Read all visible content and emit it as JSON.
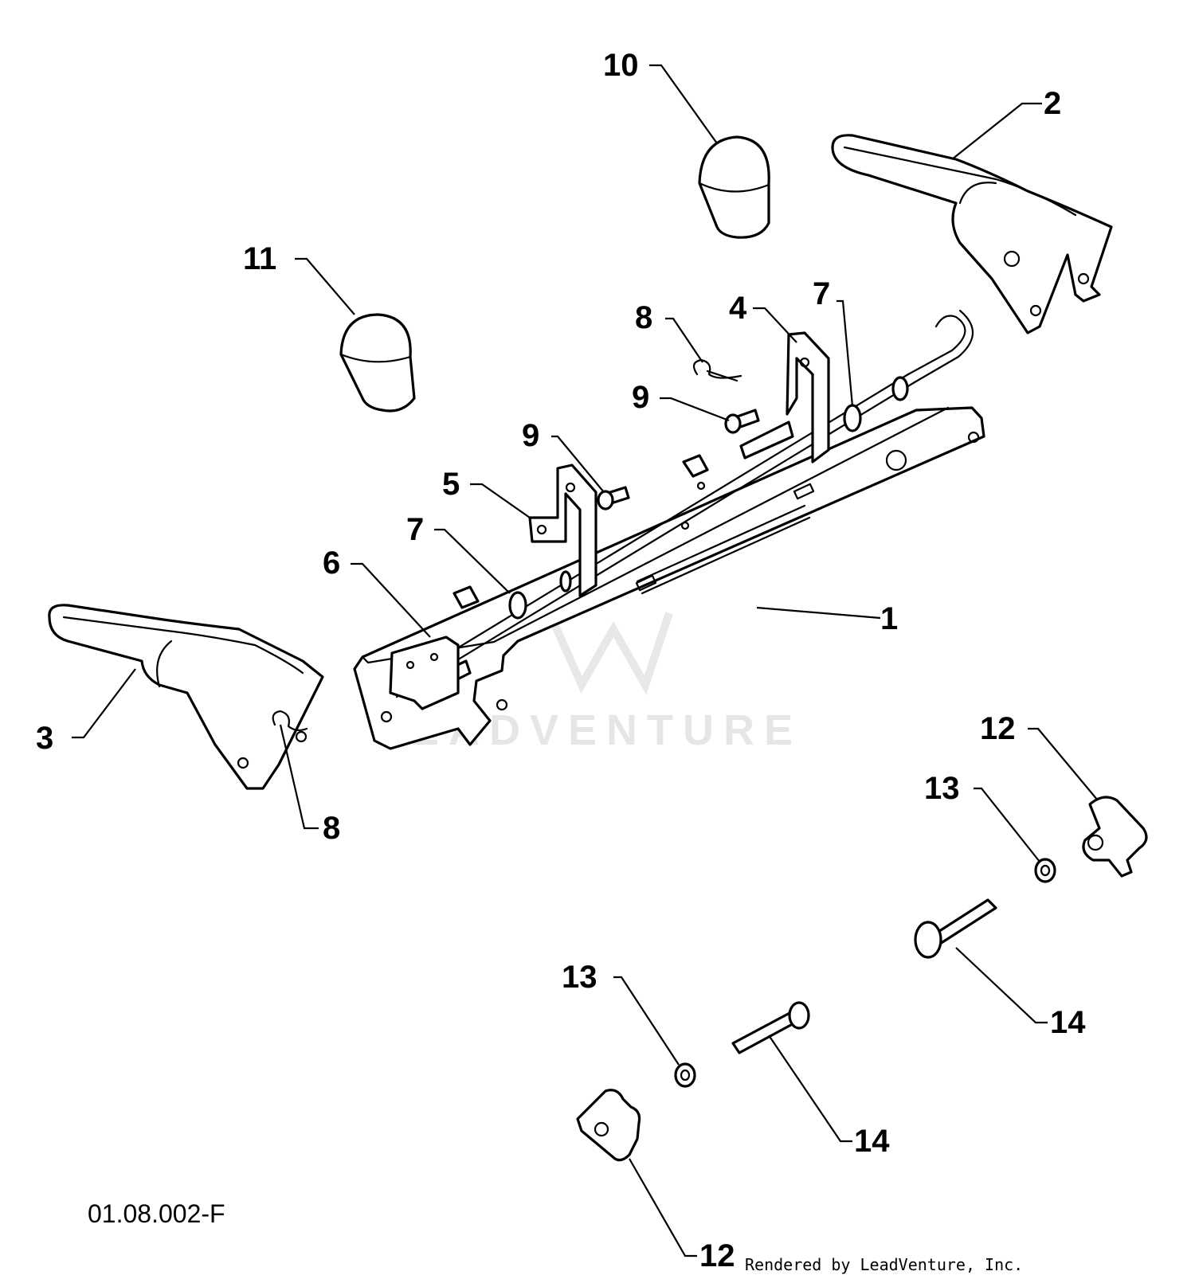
{
  "drawing": {
    "code": "01.08.002-F",
    "credit": "Rendered by LeadVenture, Inc.",
    "watermark": "LEADVENTURE"
  },
  "callouts": [
    {
      "id": "c1",
      "label": "1"
    },
    {
      "id": "c2",
      "label": "2"
    },
    {
      "id": "c3",
      "label": "3"
    },
    {
      "id": "c4",
      "label": "4"
    },
    {
      "id": "c5",
      "label": "5"
    },
    {
      "id": "c6",
      "label": "6"
    },
    {
      "id": "c7a",
      "label": "7"
    },
    {
      "id": "c7b",
      "label": "7"
    },
    {
      "id": "c8a",
      "label": "8"
    },
    {
      "id": "c8b",
      "label": "8"
    },
    {
      "id": "c9a",
      "label": "9"
    },
    {
      "id": "c9b",
      "label": "9"
    },
    {
      "id": "c10",
      "label": "10"
    },
    {
      "id": "c11",
      "label": "11"
    },
    {
      "id": "c12a",
      "label": "12"
    },
    {
      "id": "c12b",
      "label": "12"
    },
    {
      "id": "c13a",
      "label": "13"
    },
    {
      "id": "c13b",
      "label": "13"
    },
    {
      "id": "c14a",
      "label": "14"
    },
    {
      "id": "c14b",
      "label": "14"
    }
  ]
}
